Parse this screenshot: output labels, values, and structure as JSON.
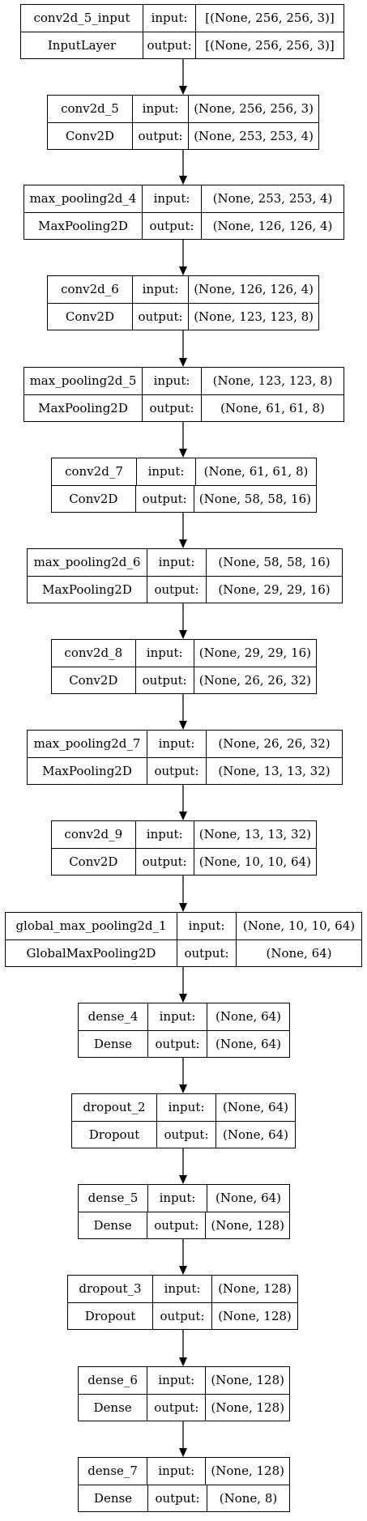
{
  "layers": [
    {
      "name": "conv2d_5_input",
      "type": "InputLayer",
      "input_label": "input:",
      "output_label": "output:",
      "input": "[(None, 256, 256, 3)]",
      "output": "[(None, 256, 256, 3)]"
    },
    {
      "name": "conv2d_5",
      "type": "Conv2D",
      "input_label": "input:",
      "output_label": "output:",
      "input": "(None, 256, 256, 3)",
      "output": "(None, 253, 253, 4)"
    },
    {
      "name": "max_pooling2d_4",
      "type": "MaxPooling2D",
      "input_label": "input:",
      "output_label": "output:",
      "input": "(None, 253, 253, 4)",
      "output": "(None, 126, 126, 4)"
    },
    {
      "name": "conv2d_6",
      "type": "Conv2D",
      "input_label": "input:",
      "output_label": "output:",
      "input": "(None, 126, 126, 4)",
      "output": "(None, 123, 123, 8)"
    },
    {
      "name": "max_pooling2d_5",
      "type": "MaxPooling2D",
      "input_label": "input:",
      "output_label": "output:",
      "input": "(None, 123, 123, 8)",
      "output": "(None, 61, 61, 8)"
    },
    {
      "name": "conv2d_7",
      "type": "Conv2D",
      "input_label": "input:",
      "output_label": "output:",
      "input": "(None, 61, 61, 8)",
      "output": "(None, 58, 58, 16)"
    },
    {
      "name": "max_pooling2d_6",
      "type": "MaxPooling2D",
      "input_label": "input:",
      "output_label": "output:",
      "input": "(None, 58, 58, 16)",
      "output": "(None, 29, 29, 16)"
    },
    {
      "name": "conv2d_8",
      "type": "Conv2D",
      "input_label": "input:",
      "output_label": "output:",
      "input": "(None, 29, 29, 16)",
      "output": "(None, 26, 26, 32)"
    },
    {
      "name": "max_pooling2d_7",
      "type": "MaxPooling2D",
      "input_label": "input:",
      "output_label": "output:",
      "input": "(None, 26, 26, 32)",
      "output": "(None, 13, 13, 32)"
    },
    {
      "name": "conv2d_9",
      "type": "Conv2D",
      "input_label": "input:",
      "output_label": "output:",
      "input": "(None, 13, 13, 32)",
      "output": "(None, 10, 10, 64)"
    },
    {
      "name": "global_max_pooling2d_1",
      "type": "GlobalMaxPooling2D",
      "input_label": "input:",
      "output_label": "output:",
      "input": "(None, 10, 10, 64)",
      "output": "(None, 64)"
    },
    {
      "name": "dense_4",
      "type": "Dense",
      "input_label": "input:",
      "output_label": "output:",
      "input": "(None, 64)",
      "output": "(None, 64)"
    },
    {
      "name": "dropout_2",
      "type": "Dropout",
      "input_label": "input:",
      "output_label": "output:",
      "input": "(None, 64)",
      "output": "(None, 64)"
    },
    {
      "name": "dense_5",
      "type": "Dense",
      "input_label": "input:",
      "output_label": "output:",
      "input": "(None, 64)",
      "output": "(None, 128)"
    },
    {
      "name": "dropout_3",
      "type": "Dropout",
      "input_label": "input:",
      "output_label": "output:",
      "input": "(None, 128)",
      "output": "(None, 128)"
    },
    {
      "name": "dense_6",
      "type": "Dense",
      "input_label": "input:",
      "output_label": "output:",
      "input": "(None, 128)",
      "output": "(None, 128)"
    },
    {
      "name": "dense_7",
      "type": "Dense",
      "input_label": "input:",
      "output_label": "output:",
      "input": "(None, 128)",
      "output": "(None, 8)"
    }
  ],
  "colors": {
    "line": "#000000",
    "background": "#ffffff"
  }
}
